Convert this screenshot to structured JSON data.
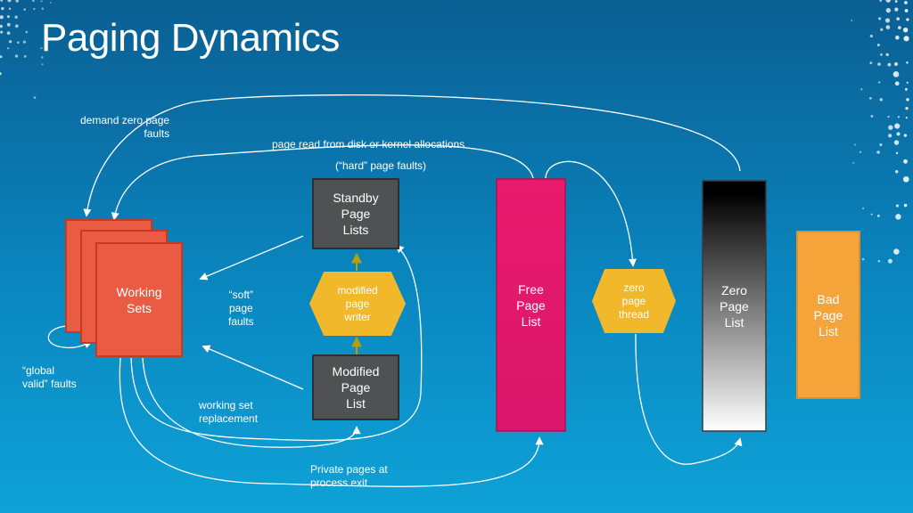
{
  "title": "Paging Dynamics",
  "nodes": {
    "working_sets": "Working\nSets",
    "standby": "Standby\nPage\nLists",
    "modified_writer": "modified\npage\nwriter",
    "modified_list": "Modified\nPage\nList",
    "free": "Free\nPage\nList",
    "zero_thread": "zero\npage\nthread",
    "zero_list": "Zero\nPage\nList",
    "bad": "Bad\nPage\nList"
  },
  "labels": {
    "demand_zero": "demand zero page\nfaults",
    "page_read": "page read from disk or kernel allocations",
    "hard_faults": "(“hard” page faults)",
    "soft_faults": "“soft”\npage\nfaults",
    "global_valid": "“global\nvalid” faults",
    "ws_replacement": "working set\nreplacement",
    "private_pages": "Private pages at\nprocess exit"
  },
  "colors": {
    "working_sets": "#ea5b43",
    "standby": "#505153",
    "modified_writer": "#f2b82c",
    "free": "#e6176f",
    "zero_thread": "#f2b82c",
    "bad": "#f5a43a",
    "zero_top": "#000000",
    "zero_bottom": "#ffffff"
  }
}
